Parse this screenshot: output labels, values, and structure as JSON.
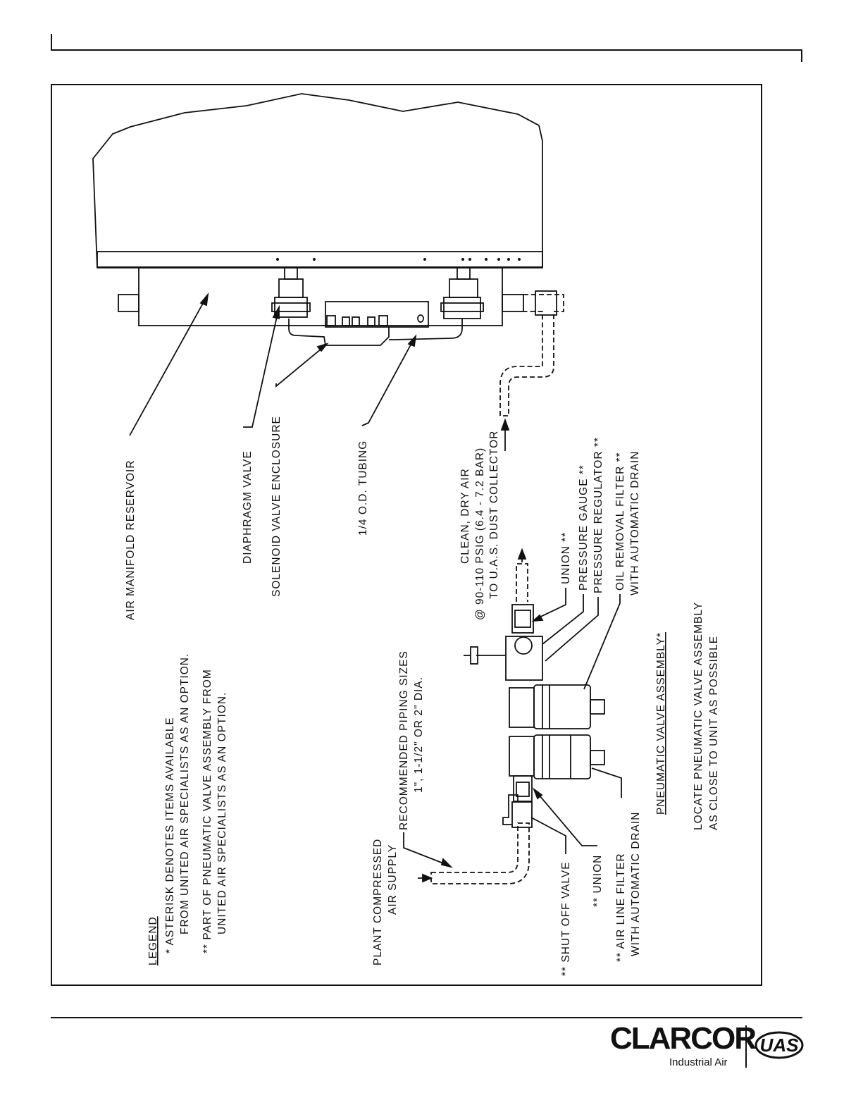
{
  "labels": {
    "air_manifold_reservoir": "AIR MANIFOLD RESERVOIR",
    "diaphragm_valve": "DIAPHRAGM VALVE",
    "solenoid_valve_enclosure": "SOLENOID VALVE ENCLOSURE",
    "tubing": "1/4 O.D. TUBING",
    "clean_air_1": "CLEAN, DRY AIR",
    "clean_air_2": "@ 90-110 PSIG (6.4 - 7.2 BAR)",
    "clean_air_3": "TO U.A.S. DUST COLLECTOR",
    "union_top": "UNION **",
    "pressure_gauge": "PRESSURE GAUGE **",
    "pressure_regulator": "PRESSURE REGULATOR **",
    "oil_filter_1": "OIL REMOVAL FILTER **",
    "oil_filter_2": "WITH AUTOMATIC DRAIN",
    "pva_title": "PNEUMATIC VALVE ASSEMBLY*",
    "locate_1": "LOCATE PNEUMATIC VALVE ASSEMBLY",
    "locate_2": "AS CLOSE TO UNIT AS POSSIBLE",
    "legend_title": "LEGEND",
    "legend_1a": "*  ASTERISK DENOTES ITEMS AVAILABLE",
    "legend_1b": "FROM UNITED AIR SPECIALISTS AS AN OPTION.",
    "legend_2a": "** PART OF PNEUMATIC VALVE ASSEMBLY FROM",
    "legend_2b": "UNITED AIR SPECIALISTS AS AN OPTION.",
    "piping_1": "RECOMMENDED PIPING SIZES",
    "piping_2": "1\", 1-1/2\" OR 2\" DIA.",
    "plant_supply_1": "PLANT COMPRESSED",
    "plant_supply_2": "AIR SUPPLY",
    "shut_off_valve": "** SHUT OFF VALVE",
    "union_bottom": "** UNION",
    "air_line_filter_1": "** AIR LINE FILTER",
    "air_line_filter_2": "WITH AUTOMATIC DRAIN"
  },
  "logo": {
    "brand": "CLARCOR",
    "subtitle": "Industrial Air",
    "mark": "UAS"
  }
}
